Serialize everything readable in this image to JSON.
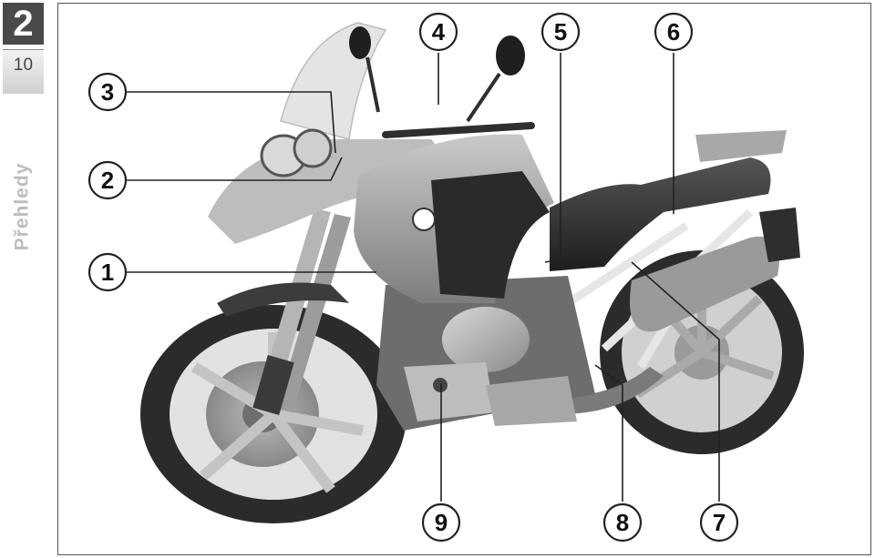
{
  "chapter": {
    "number": "2",
    "page": "10"
  },
  "section": {
    "title": "Přehledy"
  },
  "figure": {
    "subject": "motorcycle-side-view",
    "callouts": [
      "1",
      "2",
      "3",
      "4",
      "5",
      "6",
      "7",
      "8",
      "9"
    ]
  }
}
